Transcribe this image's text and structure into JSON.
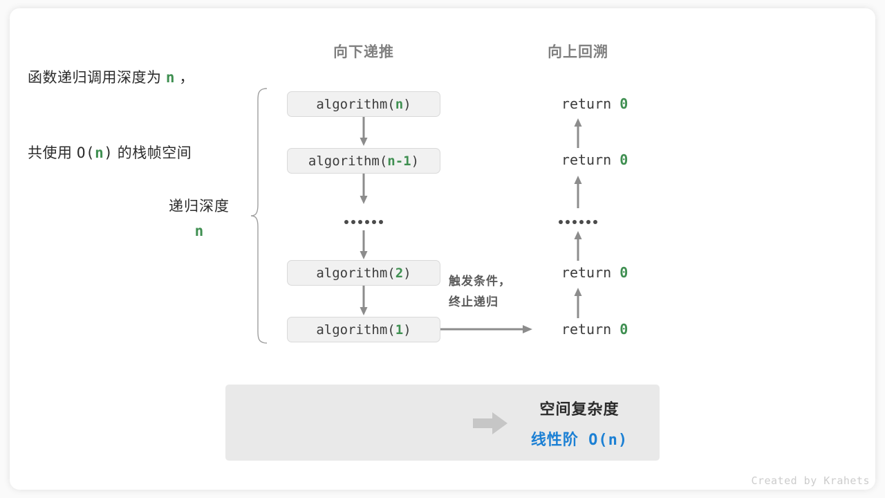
{
  "headers": {
    "down": "向下递推",
    "up": "向上回溯"
  },
  "depth": {
    "label": "递归深度",
    "symbol": "n"
  },
  "call_stack": [
    {
      "prefix": "algorithm(",
      "arg": "n",
      "suffix": ")"
    },
    {
      "prefix": "algorithm(",
      "arg": "n-1",
      "suffix": ")"
    },
    {
      "ellipsis": "••••••"
    },
    {
      "prefix": "algorithm(",
      "arg": "2",
      "suffix": ")"
    },
    {
      "prefix": "algorithm(",
      "arg": "1",
      "suffix": ")"
    }
  ],
  "returns": [
    {
      "text": "return ",
      "value": "0"
    },
    {
      "text": "return ",
      "value": "0"
    },
    {
      "ellipsis": "••••••"
    },
    {
      "text": "return ",
      "value": "0"
    },
    {
      "text": "return ",
      "value": "0"
    }
  ],
  "trigger_note": {
    "line1": "触发条件，",
    "line2": "终止递归"
  },
  "summary": {
    "left_line1_a": "函数递归调用深度为 ",
    "left_line1_n": "n",
    "left_line1_b": " ，",
    "left_line2_a": "共使用 ",
    "left_line2_o": "O(",
    "left_line2_n": "n",
    "left_line2_c": ")",
    "left_line2_b": " 的栈帧空间",
    "right_title": "空间复杂度",
    "right_value_cn": "线性阶",
    "right_value_mono": " O(n)"
  },
  "watermark": "Created by Krahets",
  "colors": {
    "accent_green": "#3f8f51",
    "accent_blue": "#1c80d4",
    "arrow_gray": "#8c8c8c",
    "box_fill": "#f1f1f1",
    "panel_fill": "#e9e9e9",
    "heading_gray": "#808080"
  }
}
